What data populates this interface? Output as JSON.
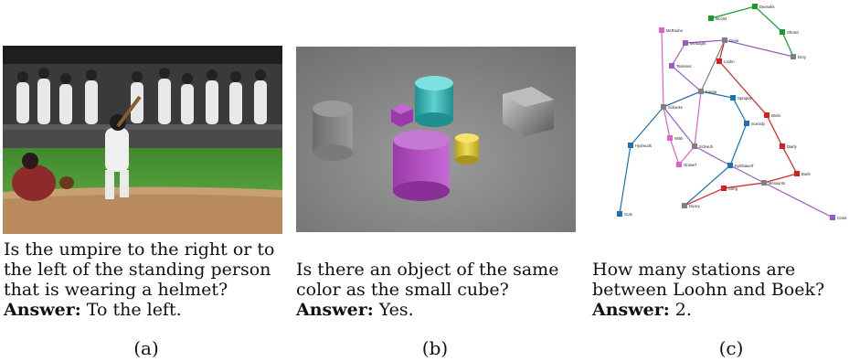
{
  "panels": [
    {
      "question": "Is the umpire to the right or to the left of the standing person that is wearing a helmet?",
      "answer_label": "Answer:",
      "answer": "To the left.",
      "sublabel": "(a)"
    },
    {
      "question": "Is there an object of the same color as the small cube?",
      "answer_label": "Answer:",
      "answer": "Yes.",
      "sublabel": "(b)"
    },
    {
      "question": "How many stations are between Loohn and Boek?",
      "answer_label": "Answer:",
      "answer": "2.",
      "sublabel": "(c)"
    }
  ],
  "metro": {
    "colors": {
      "green": "#1a9a2a",
      "pink": "#e060c8",
      "purple": "#9a5ac8",
      "red": "#d42020",
      "blue": "#1a72b8",
      "gray": "#808080"
    },
    "stations": [
      "Deenaks",
      "Mcclirt",
      "Shrard",
      "McRouhn",
      "Meluoght",
      "Geiar",
      "Droy",
      "Tsulenes",
      "Loohn",
      "Kanga",
      "Schacks",
      "Sprapov",
      "Scenidy",
      "Brieb",
      "Hydreuds",
      "Wilts",
      "Schwuh",
      "Diarly",
      "Gniaerf",
      "Kymbauerf",
      "Boek",
      "Mcsounts",
      "Sorrg",
      "Duacy",
      "Guts",
      "Crast"
    ]
  }
}
